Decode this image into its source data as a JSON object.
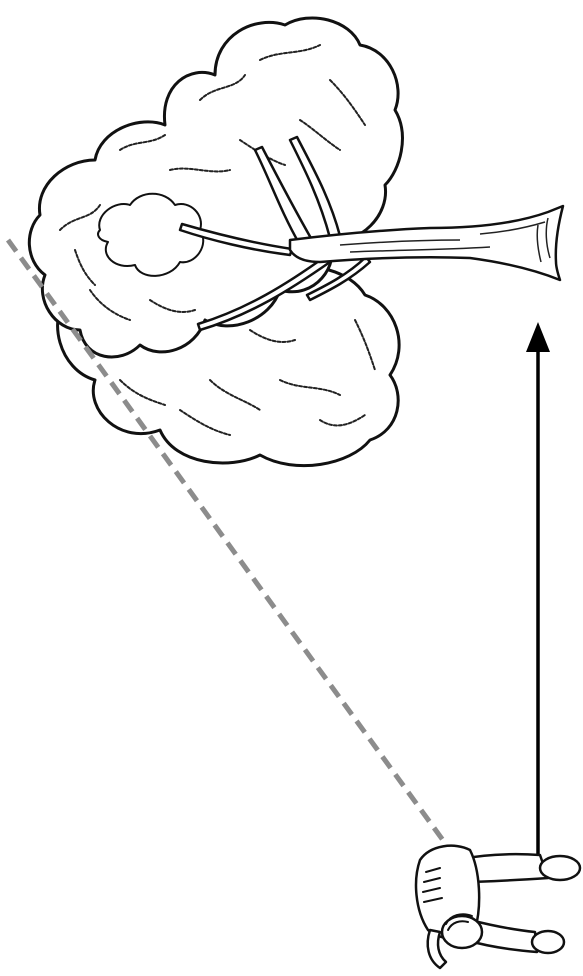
{
  "figure": {
    "elements": [
      {
        "name": "tree",
        "icon": "tree-icon"
      },
      {
        "name": "observer",
        "icon": "person-icon"
      },
      {
        "name": "line-of-sight",
        "style": "dashed",
        "color": "#8c8c8c"
      },
      {
        "name": "height-arrow",
        "style": "solid",
        "color": "#000000"
      }
    ]
  }
}
